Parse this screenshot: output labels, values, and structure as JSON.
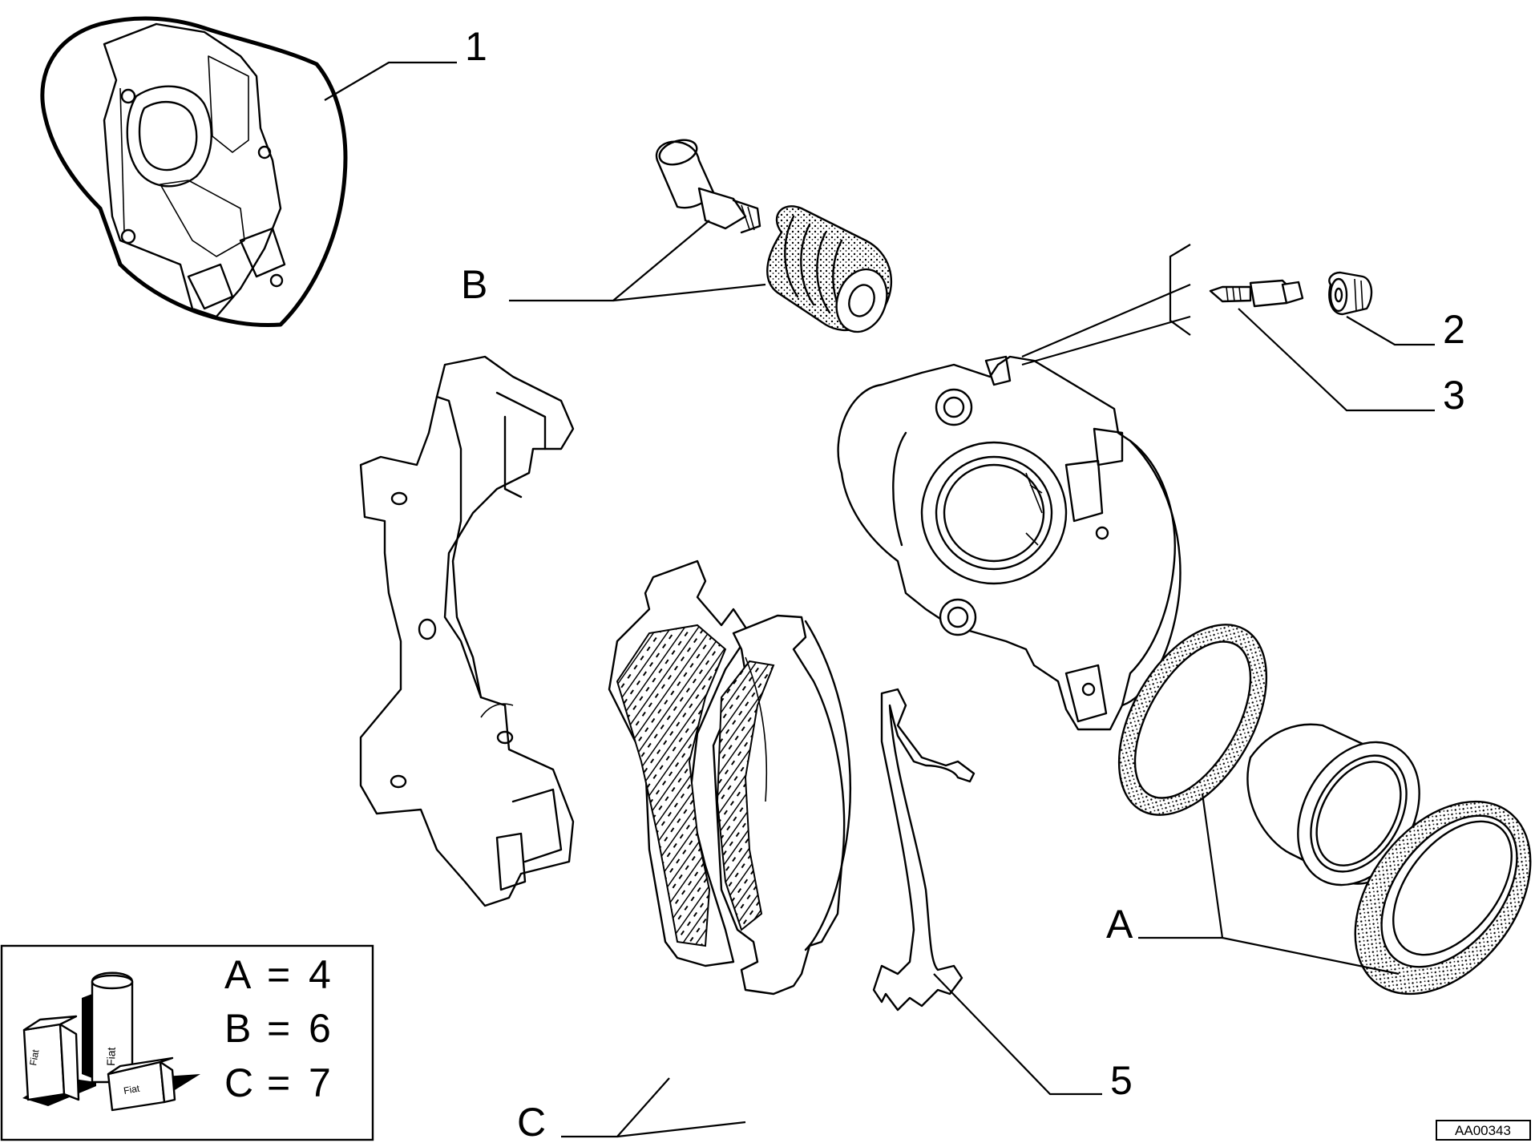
{
  "callouts": {
    "part_1": "1",
    "part_2": "2",
    "part_3": "3",
    "part_5": "5",
    "group_a": "A",
    "group_b": "B",
    "group_c": "C"
  },
  "legend": {
    "rows": [
      {
        "letter": "A",
        "eq": "=",
        "value": "4"
      },
      {
        "letter": "B",
        "eq": "=",
        "value": "6"
      },
      {
        "letter": "C",
        "eq": "=",
        "value": "7"
      }
    ],
    "icon": "fiat-kit-boxes-icon",
    "box_labels": [
      "Fiat",
      "Fiat",
      "Fiat"
    ]
  },
  "drawing_code": "AA00343"
}
